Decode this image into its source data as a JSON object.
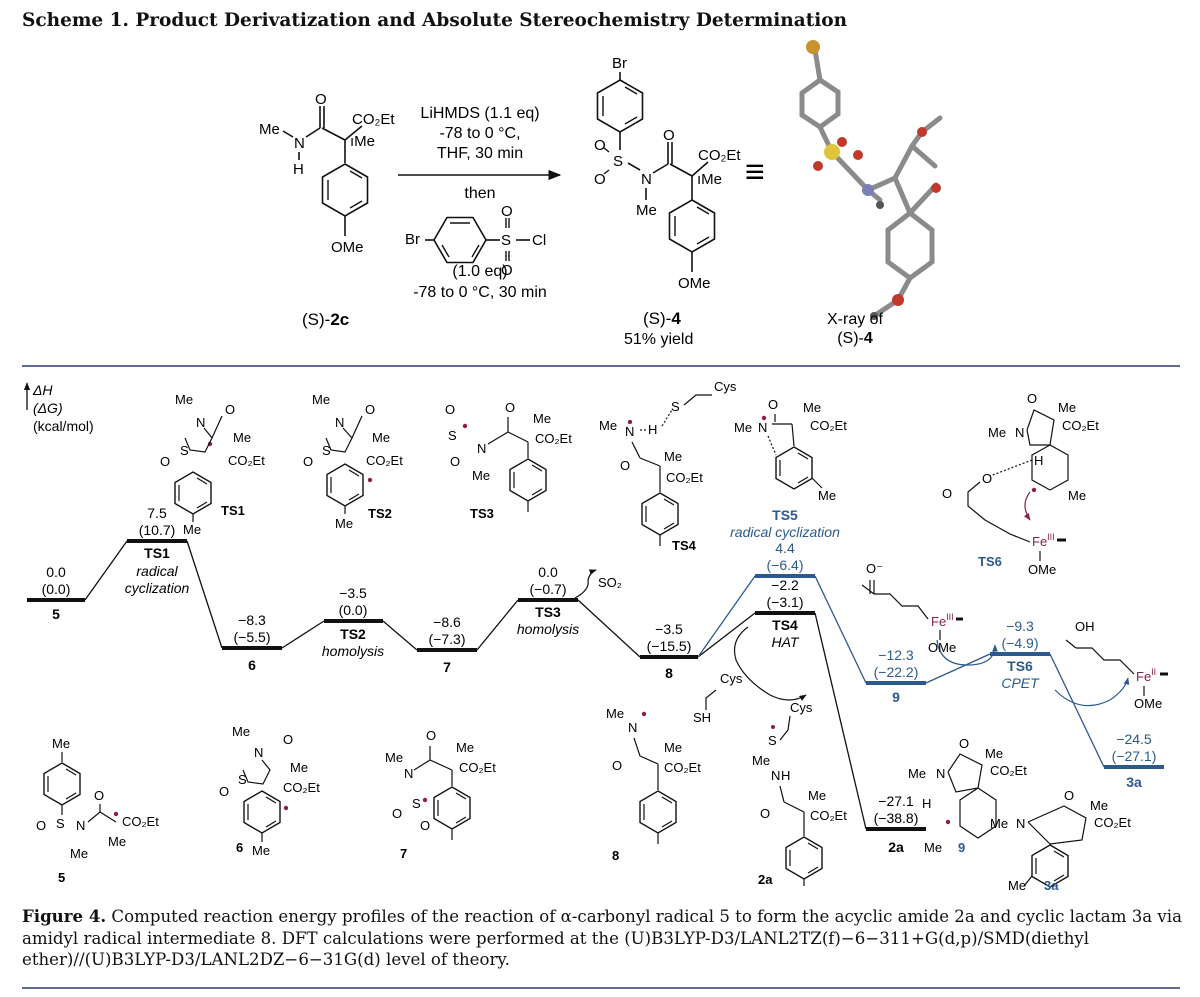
{
  "scheme": {
    "title": "Scheme 1. Product Derivatization and Absolute Stereochemistry Determination",
    "reagents": {
      "line1": "LiHMDS (1.1 eq)",
      "line2": "-78 to 0 °C,",
      "line3": "THF, 30 min",
      "then": "then",
      "eq": "(1.0 eq)",
      "line4": "-78 to 0 °C, 30 min"
    },
    "start": {
      "label_prefix": "(S)-",
      "label_num": "2c"
    },
    "product": {
      "label_prefix": "(S)-",
      "label_num": "4",
      "yield": "51% yield"
    },
    "xray": {
      "line1": "X-ray of",
      "line2_prefix": "(S)-",
      "line2_num": "4"
    },
    "atoms": {
      "br": "Br",
      "me": "Me",
      "n": "N",
      "h": "H",
      "o": "O",
      "s": "S",
      "cl": "Cl",
      "co2et": "CO₂Et",
      "ome": "OMe",
      "ime": "ıMe",
      "equiv": "≡"
    }
  },
  "axis": {
    "line1": "ΔH",
    "line2": "(ΔG)",
    "line3": "(kcal/mol)"
  },
  "profile": {
    "levels": [
      {
        "id": "5",
        "h": "0.0",
        "g": "(0.0)",
        "label": "5",
        "note": ""
      },
      {
        "id": "TS1",
        "h": "7.5",
        "g": "(10.7)",
        "label": "TS1",
        "note": "radical cyclization"
      },
      {
        "id": "6",
        "h": "−8.3",
        "g": "(−5.5)",
        "label": "6",
        "note": ""
      },
      {
        "id": "TS2",
        "h": "−3.5",
        "g": "(0.0)",
        "label": "TS2",
        "note": "homolysis"
      },
      {
        "id": "7",
        "h": "−8.6",
        "g": "(−7.3)",
        "label": "7",
        "note": ""
      },
      {
        "id": "TS3",
        "h": "0.0",
        "g": "(−0.7)",
        "label": "TS3",
        "note": "homolysis"
      },
      {
        "id": "8",
        "h": "−3.5",
        "g": "(−15.5)",
        "label": "8",
        "note": ""
      },
      {
        "id": "TS4",
        "h": "−2.2",
        "g": "(−3.1)",
        "label": "TS4",
        "note": "HAT"
      },
      {
        "id": "2a",
        "h": "−27.1",
        "g": "(−38.8)",
        "label": "2a",
        "note": ""
      },
      {
        "id": "TS5",
        "h": "4.4",
        "g": "(−6.4)",
        "label": "TS5",
        "note": "radical cyclization"
      },
      {
        "id": "9",
        "h": "−12.3",
        "g": "(−22.2)",
        "label": "9",
        "note": ""
      },
      {
        "id": "TS6",
        "h": "−9.3",
        "g": "(−4.9)",
        "label": "TS6",
        "note": "CPET"
      },
      {
        "id": "3a",
        "h": "−24.5",
        "g": "(−27.1)",
        "label": "3a",
        "note": ""
      }
    ],
    "so2": "SO₂",
    "cys": "Cys",
    "sh": "SH",
    "s": "S"
  },
  "structures": {
    "top": [
      {
        "label": "TS1"
      },
      {
        "label": "TS2"
      },
      {
        "label": "TS3"
      },
      {
        "label": "TS4"
      },
      {
        "label": "TS5"
      },
      {
        "label": "TS6"
      }
    ],
    "bottom": [
      {
        "label": "5"
      },
      {
        "label": "6"
      },
      {
        "label": "7"
      },
      {
        "label": "8"
      },
      {
        "label": "2a"
      },
      {
        "label": "9"
      },
      {
        "label": "3a"
      }
    ],
    "fe3": "Fe",
    "fe3_ox": "III",
    "fe2": "Fe",
    "fe2_ox": "II",
    "o_minus": "O⁻",
    "oh": "OH"
  },
  "caption": {
    "fig": "Figure 4.",
    "text": " Computed reaction energy profiles of the reaction of α-carbonyl radical 5 to form the acyclic amide 2a and cyclic lactam 3a via amidyl radical intermediate 8. DFT calculations were performed at the (U)B3LYP-D3/LANL2TZ(f)−6−311+G(d,p)/SMD(diethyl ether)//(U)B3LYP-D3/LANL2DZ−6−31G(d) level of theory."
  },
  "colors": {
    "black": "#111111",
    "blue": "#2c5a8e",
    "navy": "#2b3a6e",
    "radical": "#8a1f4c"
  }
}
